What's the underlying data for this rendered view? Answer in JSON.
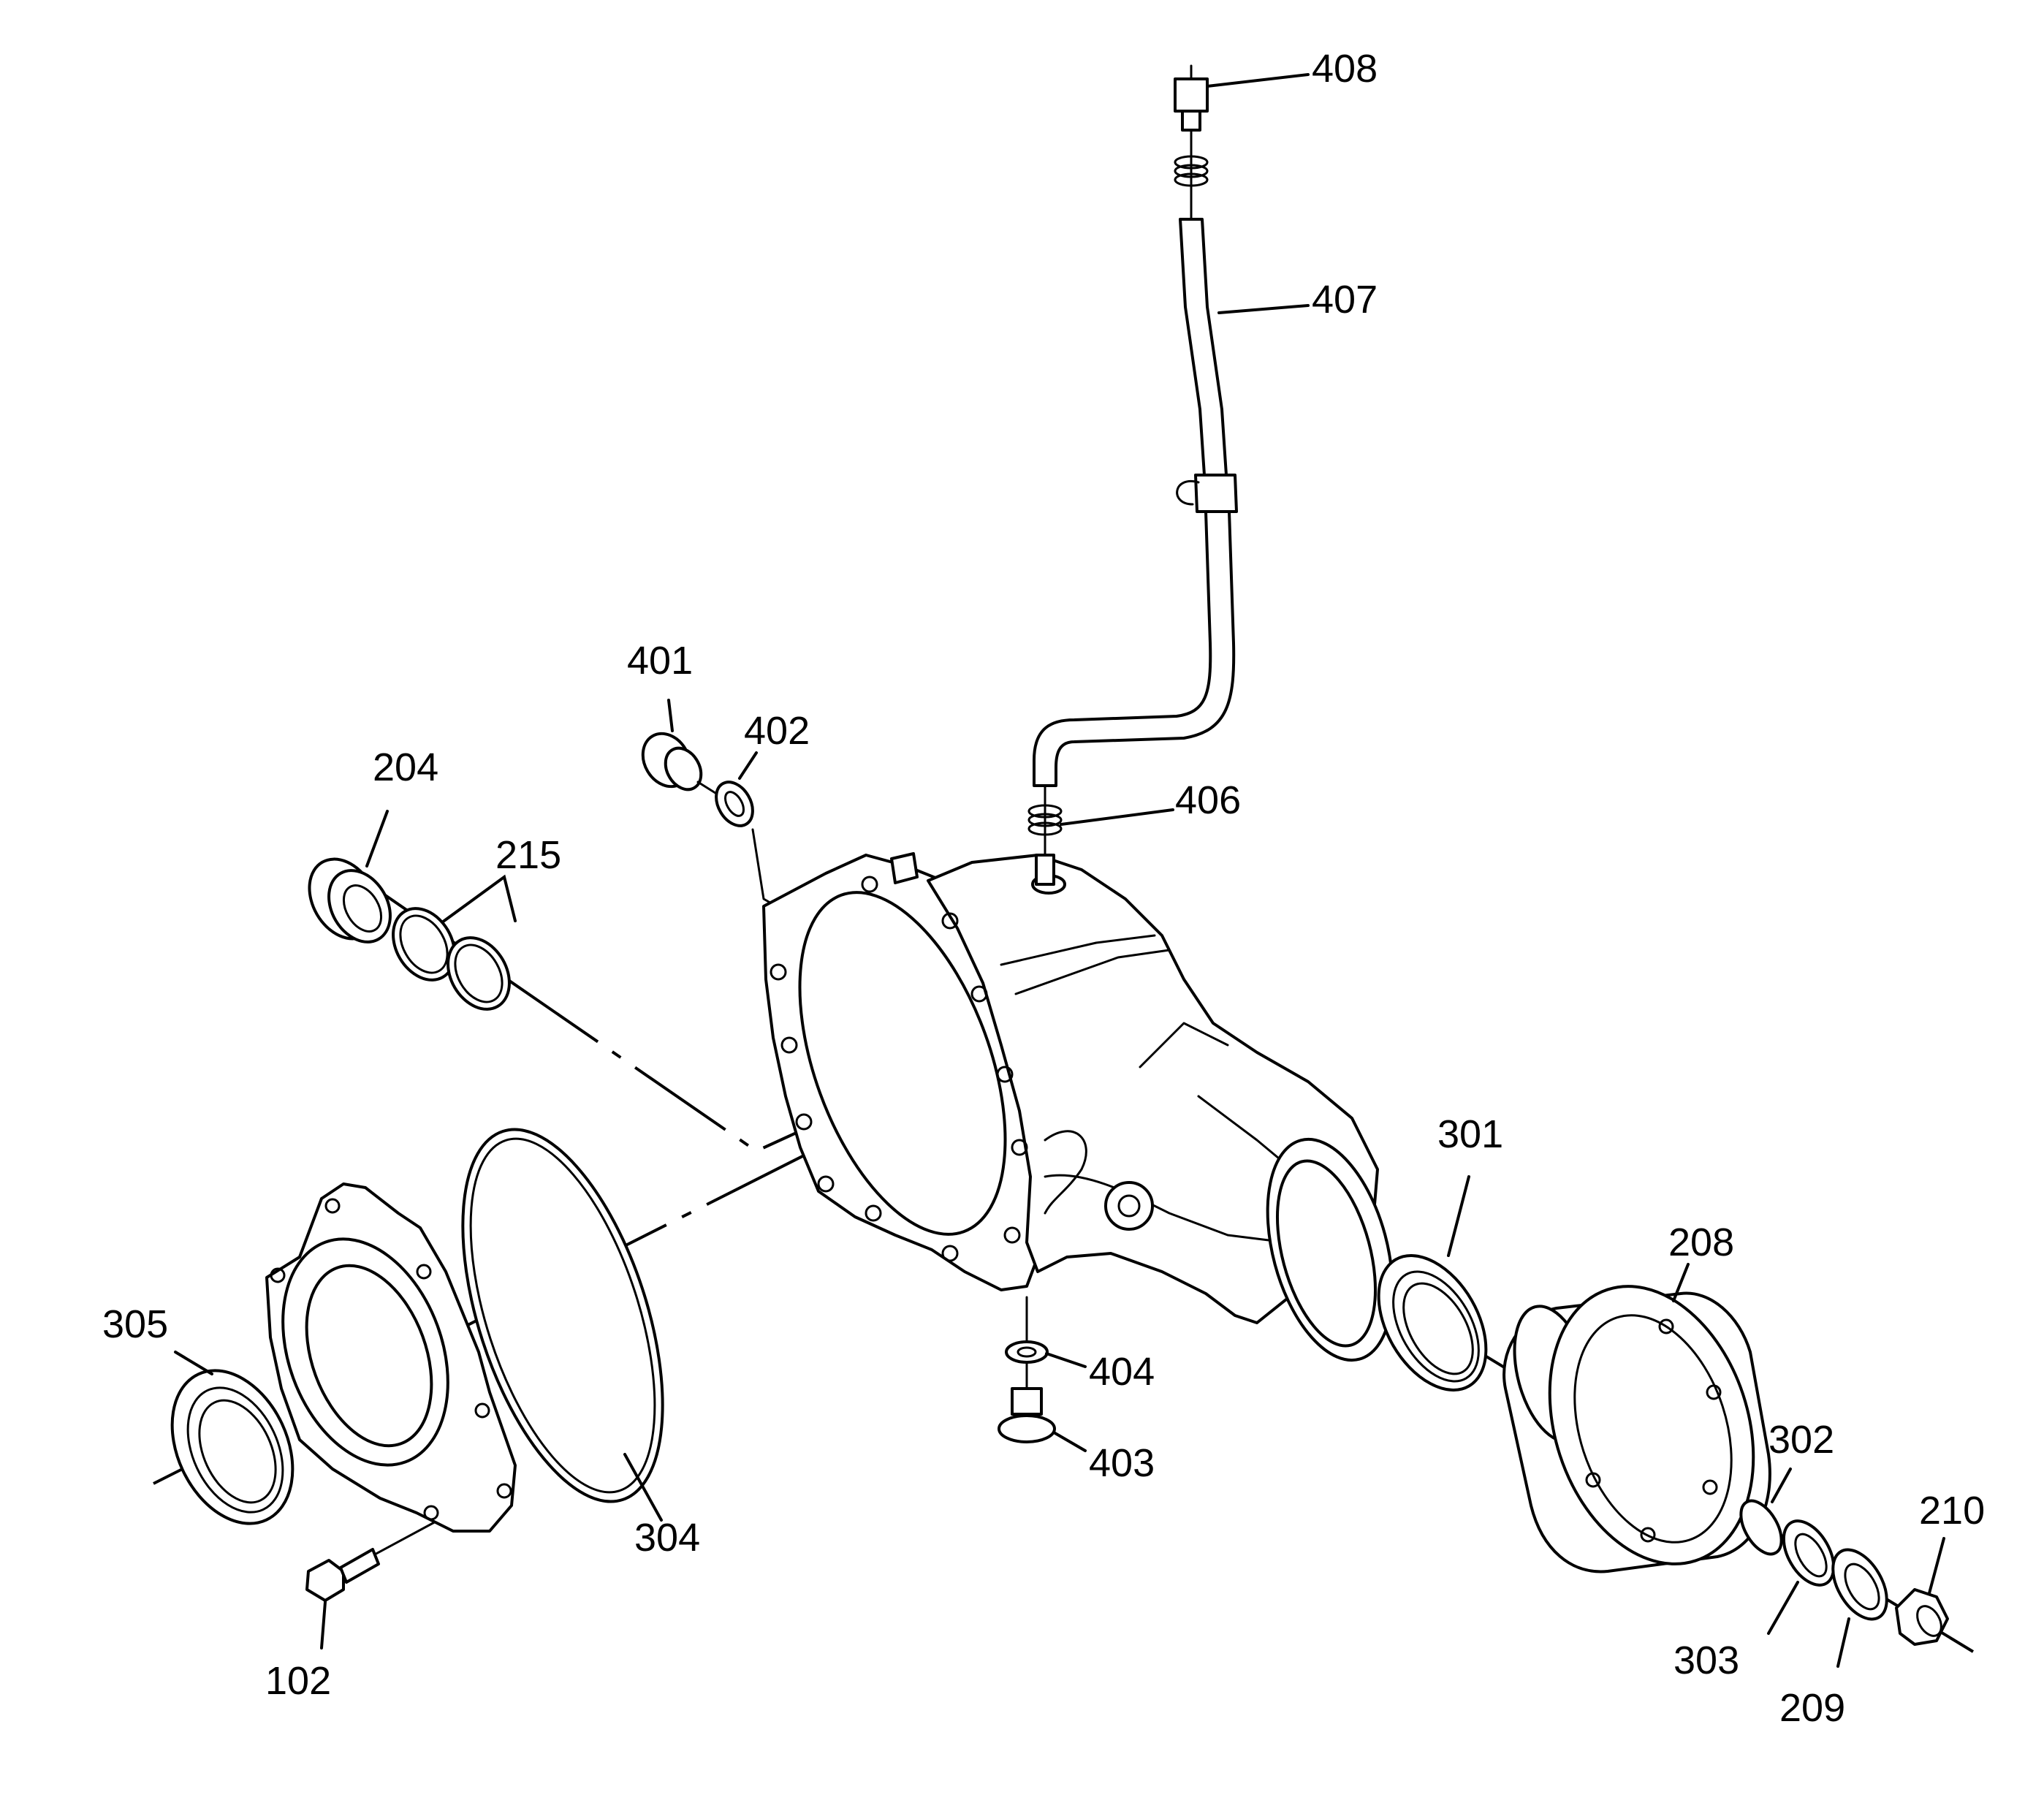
{
  "figure": {
    "type": "exploded parts diagram",
    "colors": {
      "line": "#000000",
      "background": "#ffffff"
    }
  },
  "callouts": {
    "c408": "408",
    "c407": "407",
    "c406": "406",
    "c401": "401",
    "c402": "402",
    "c204": "204",
    "c215": "215",
    "c301": "301",
    "c208": "208",
    "c305": "305",
    "c304": "304",
    "c404": "404",
    "c403": "403",
    "c102": "102",
    "c302": "302",
    "c303": "303",
    "c209": "209",
    "c210": "210"
  }
}
